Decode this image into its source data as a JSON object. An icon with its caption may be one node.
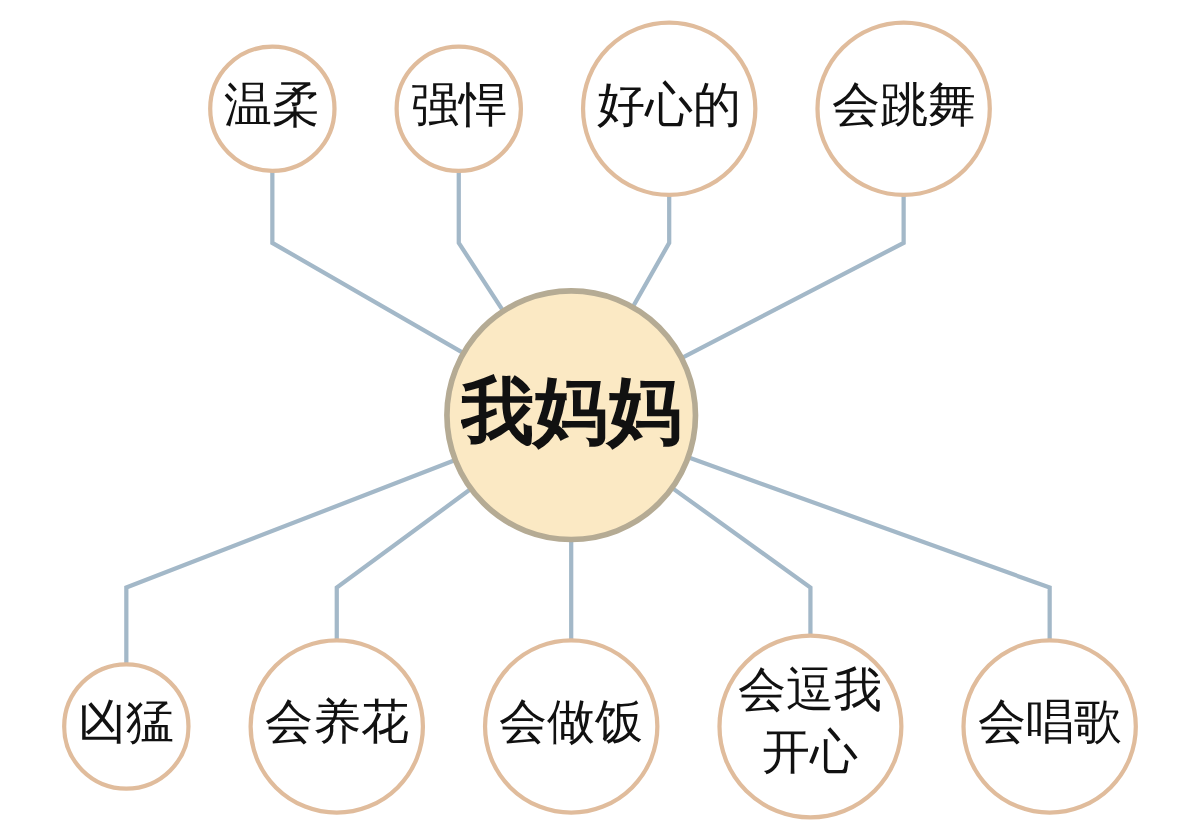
{
  "diagram": {
    "nodes": [
      {
        "text": [
          "我妈妈"
        ]
      },
      {
        "text": [
          "温柔"
        ]
      },
      {
        "text": [
          "强悍"
        ]
      },
      {
        "text": [
          "好心的"
        ]
      },
      {
        "text": [
          "凶猛"
        ]
      },
      {
        "text": [
          "会养花"
        ]
      },
      {
        "text": [
          "会做饭"
        ]
      },
      {
        "text": [
          "会逗我开心"
        ]
      },
      {
        "text": [
          "会唱歌"
        ]
      },
      {
        "text": [
          "会跳舞"
        ]
      }
    ],
    "edges": [
      {
        "from": 0,
        "to": 1,
        "arrow": "none"
      },
      {
        "from": 0,
        "to": 2,
        "arrow": "none"
      },
      {
        "from": 0,
        "to": 3,
        "arrow": "none"
      },
      {
        "from": 0,
        "to": 4,
        "arrow": "none"
      },
      {
        "from": 0,
        "to": 5,
        "arrow": "none"
      },
      {
        "from": 0,
        "to": 6,
        "arrow": "none"
      },
      {
        "from": 0,
        "to": 7,
        "arrow": "none"
      },
      {
        "from": 0,
        "to": 8,
        "arrow": "none"
      },
      {
        "from": 0,
        "to": 9,
        "arrow": "none"
      }
    ]
  }
}
